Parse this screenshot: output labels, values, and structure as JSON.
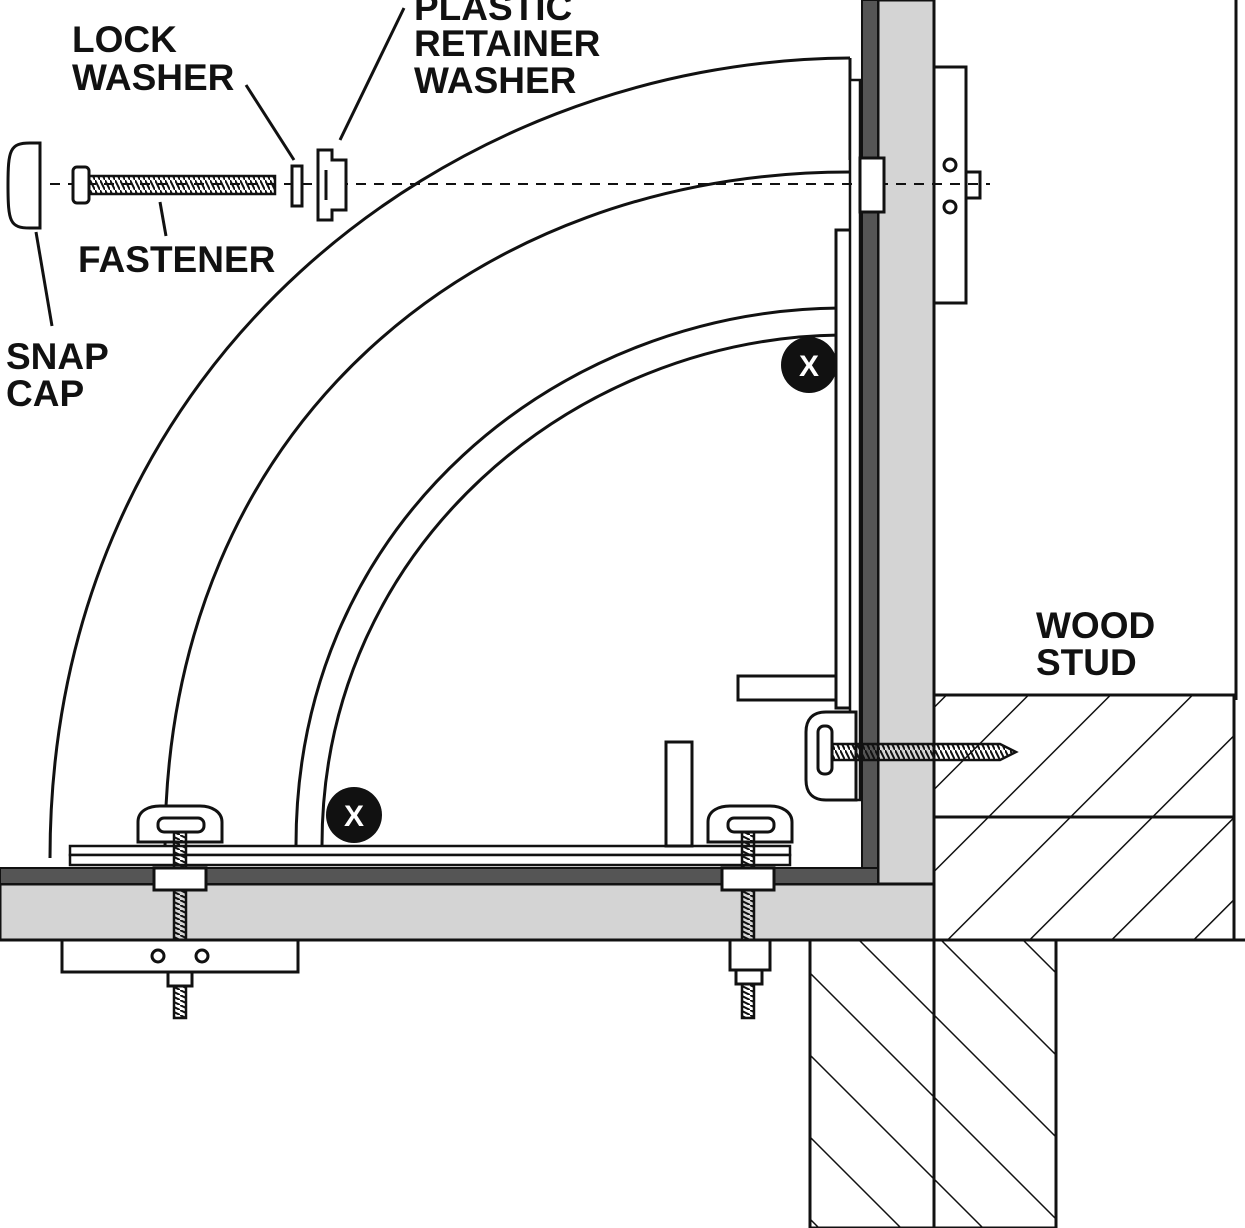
{
  "labels": {
    "plastic_retainer_washer": [
      "PLASTIC",
      "RETAINER",
      "WASHER"
    ],
    "lock_washer": [
      "LOCK",
      "WASHER"
    ],
    "fastener": "FASTENER",
    "snap_cap": [
      "SNAP",
      "CAP"
    ],
    "wood_stud": [
      "WOOD",
      "STUD"
    ]
  },
  "markers": {
    "x_symbol": "X"
  },
  "colors": {
    "line": "#111111",
    "panel_fill": "#d4d4d4",
    "background": "#ffffff"
  }
}
